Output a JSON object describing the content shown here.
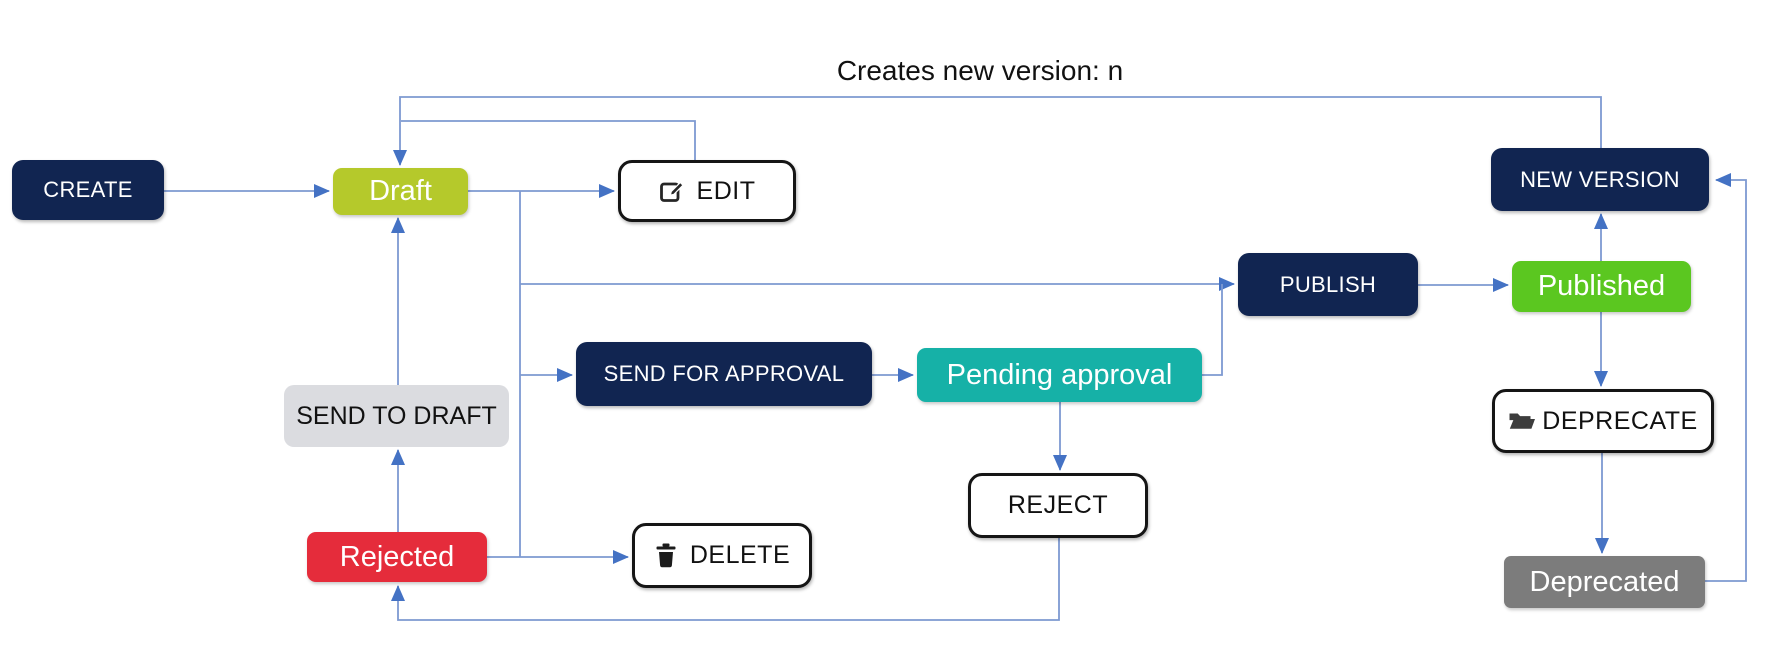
{
  "diagram": {
    "annotation": "Creates new version: n",
    "nodes": {
      "create": {
        "label": "CREATE",
        "kind": "action"
      },
      "draft": {
        "label": "Draft",
        "kind": "state"
      },
      "edit": {
        "label": "EDIT",
        "kind": "outlined-action",
        "icon": "edit-icon"
      },
      "publish": {
        "label": "PUBLISH",
        "kind": "action"
      },
      "published": {
        "label": "Published",
        "kind": "state"
      },
      "send_for_approval": {
        "label": "SEND FOR APPROVAL",
        "kind": "action"
      },
      "pending_approval": {
        "label": "Pending approval",
        "kind": "state"
      },
      "send_to_draft": {
        "label": "SEND TO DRAFT",
        "kind": "plain-action"
      },
      "reject": {
        "label": "REJECT",
        "kind": "outlined-action"
      },
      "rejected": {
        "label": "Rejected",
        "kind": "state"
      },
      "delete": {
        "label": "DELETE",
        "kind": "outlined-action",
        "icon": "trash-icon"
      },
      "new_version": {
        "label": "NEW VERSION",
        "kind": "action"
      },
      "deprecate": {
        "label": "DEPRECATE",
        "kind": "outlined-action",
        "icon": "folder-open-icon"
      },
      "deprecated": {
        "label": "Deprecated",
        "kind": "state"
      }
    },
    "edges": [
      {
        "from": "CREATE",
        "to": "Draft"
      },
      {
        "from": "Draft",
        "to": "EDIT"
      },
      {
        "from": "EDIT",
        "to": "Draft"
      },
      {
        "from": "Draft",
        "to": "PUBLISH"
      },
      {
        "from": "Draft",
        "to": "SEND FOR APPROVAL"
      },
      {
        "from": "Draft",
        "to": "DELETE"
      },
      {
        "from": "SEND FOR APPROVAL",
        "to": "Pending approval"
      },
      {
        "from": "Pending approval",
        "to": "PUBLISH"
      },
      {
        "from": "Pending approval",
        "to": "REJECT"
      },
      {
        "from": "REJECT",
        "to": "Rejected"
      },
      {
        "from": "Rejected",
        "to": "SEND TO DRAFT"
      },
      {
        "from": "Rejected",
        "to": "DELETE"
      },
      {
        "from": "SEND TO DRAFT",
        "to": "Draft"
      },
      {
        "from": "PUBLISH",
        "to": "Published"
      },
      {
        "from": "Published",
        "to": "NEW VERSION"
      },
      {
        "from": "Published",
        "to": "DEPRECATE"
      },
      {
        "from": "DEPRECATE",
        "to": "Deprecated"
      },
      {
        "from": "Deprecated",
        "to": "NEW VERSION"
      },
      {
        "from": "NEW VERSION",
        "to": "Draft",
        "label": "Creates new version: n"
      }
    ],
    "colors": {
      "action_navy": "#112551",
      "draft_lime": "#B5C92B",
      "published_green": "#5BC720",
      "pending_teal": "#16B1A7",
      "rejected_red": "#E52C3B",
      "send_to_draft_gray": "#DBDCE0",
      "deprecated_gray": "#7C7C7C",
      "connector_line": "#7D99D1",
      "arrowhead": "#4472C4"
    }
  }
}
